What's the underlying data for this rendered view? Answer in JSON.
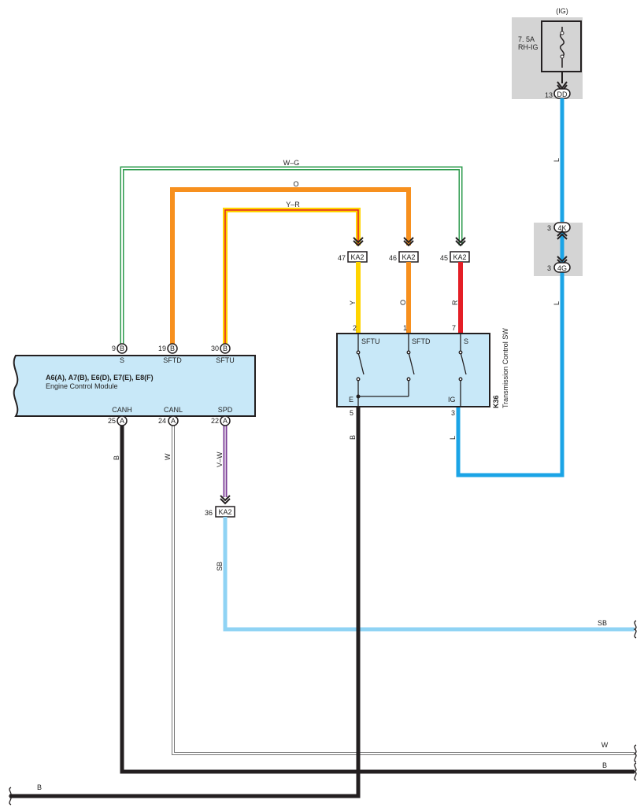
{
  "fuse": {
    "power": "(IG)",
    "rating": "7. 5A",
    "name": "RH-IG",
    "pin": "13",
    "conn": "DD"
  },
  "joint": {
    "top_pin": "3",
    "top_conn": "4K",
    "bottom_pin": "3",
    "bottom_conn": "4G"
  },
  "ecm": {
    "title": "A6(A), A7(B), E6(D), E7(E), E8(F)",
    "subtitle": "Engine Control Module",
    "top_pins": [
      {
        "num": "9",
        "conn": "B",
        "label": "S"
      },
      {
        "num": "19",
        "conn": "B",
        "label": "SFTD"
      },
      {
        "num": "30",
        "conn": "B",
        "label": "SFTU"
      }
    ],
    "bottom_pins": [
      {
        "num": "25",
        "conn": "A",
        "label": "CANH"
      },
      {
        "num": "24",
        "conn": "A",
        "label": "CANL"
      },
      {
        "num": "22",
        "conn": "A",
        "label": "SPD"
      }
    ]
  },
  "ka2": [
    {
      "num": "47",
      "conn": "KA2"
    },
    {
      "num": "46",
      "conn": "KA2"
    },
    {
      "num": "45",
      "conn": "KA2"
    },
    {
      "num": "36",
      "conn": "KA2"
    }
  ],
  "switch": {
    "code": "K36",
    "name": "Transmission Control SW",
    "top_pins": [
      {
        "num": "2",
        "label": "SFTU"
      },
      {
        "num": "1",
        "label": "SFTD"
      },
      {
        "num": "7",
        "label": "S"
      }
    ],
    "bottom_pins": [
      {
        "num": "5",
        "label": "E"
      },
      {
        "num": "3",
        "label": "IG"
      }
    ]
  },
  "wires": {
    "w_g": "W–G",
    "o_top": "O",
    "y_r": "Y–R",
    "y": "Y",
    "o": "O",
    "r": "R",
    "l_top": "L",
    "l_mid": "L",
    "l_sw": "L",
    "b_sw": "B",
    "b_canh": "B",
    "w_canl": "W",
    "v_w": "V–W",
    "sb_vert": "SB",
    "sb_right": "SB",
    "w_right": "W",
    "b_right": "B",
    "b_left": "B"
  },
  "colors": {
    "blue_l": "#1ba4e6",
    "orange": "#f7901e",
    "yellow": "#ffd400",
    "red": "#e41e26",
    "black": "#231f20",
    "light_blue": "#8fd3f4",
    "violet": "#7d3f98",
    "green": "#2e9b4e",
    "module_fill": "#c8e8f8",
    "fuse_box": "#d4d4d4"
  }
}
